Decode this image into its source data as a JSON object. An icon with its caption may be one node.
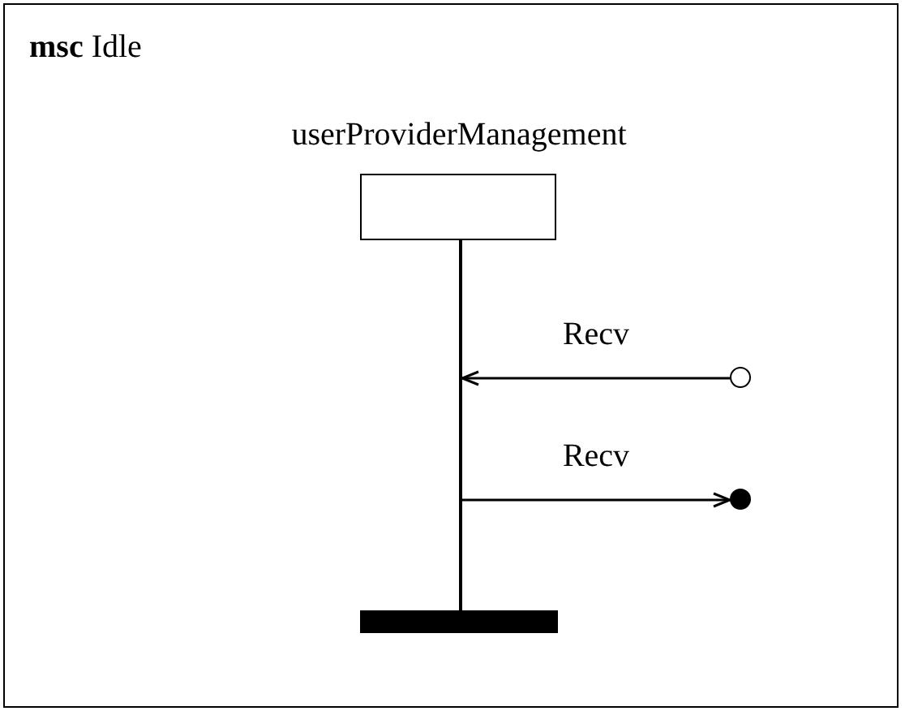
{
  "diagram": {
    "title": "**msc** Idle",
    "nodes": [
      {
        "text": [
          "userProviderManagement"
        ]
      },
      {
        "text": [],
        "shape": "line"
      },
      {
        "text": [],
        "shape": "circle"
      },
      {
        "text": [],
        "shape": "circle"
      },
      {
        "text": [],
        "shape": "bar"
      }
    ],
    "edges": [
      {
        "from": 2,
        "to": 1,
        "arrow": "to",
        "label": "Recv"
      },
      {
        "from": 1,
        "to": 3,
        "arrow": "to",
        "label": "Recv"
      }
    ]
  }
}
